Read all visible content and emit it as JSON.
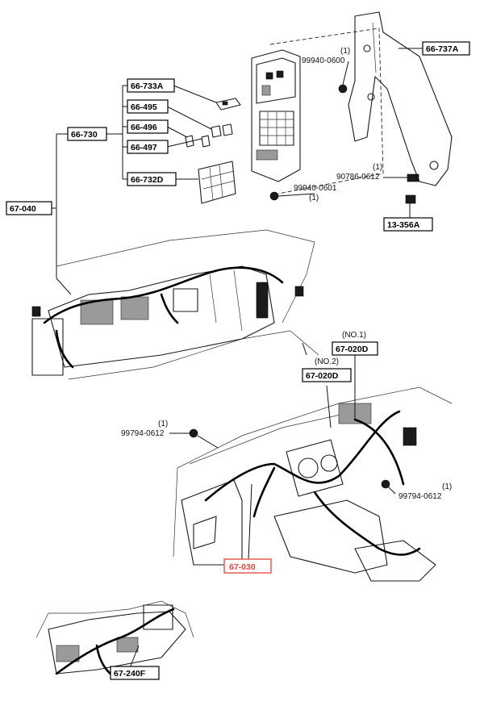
{
  "labels": {
    "l_66_737A": "66-737A",
    "l_66_733A": "66-733A",
    "l_66_495": "66-495",
    "l_66_496": "66-496",
    "l_66_497": "66-497",
    "l_66_732D": "66-732D",
    "l_66_730": "66-730",
    "l_67_040": "67-040",
    "l_13_356A": "13-356A",
    "l_67_020D_1": "67-020D",
    "l_67_020D_2": "67-020D",
    "l_67_030": "67-030",
    "l_67_240F": "67-240F"
  },
  "parts": {
    "p_99940_0600": "99940-0600",
    "p_99940_0600_qty": "(1)",
    "p_90786_0612": "90786-0612",
    "p_90786_0612_qty": "(1)",
    "p_99940_0601": "99940-0601",
    "p_99940_0601_qty": "(1)",
    "p_99794_0612_left": "99794-0612",
    "p_99794_0612_left_qty": "(1)",
    "p_99794_0612_right": "99794-0612",
    "p_99794_0612_right_qty": "(1)"
  },
  "notes": {
    "no1": "(NO.1)",
    "no2": "(NO.2)"
  },
  "colors": {
    "ink": "#000000",
    "highlight": "#e8433a"
  }
}
